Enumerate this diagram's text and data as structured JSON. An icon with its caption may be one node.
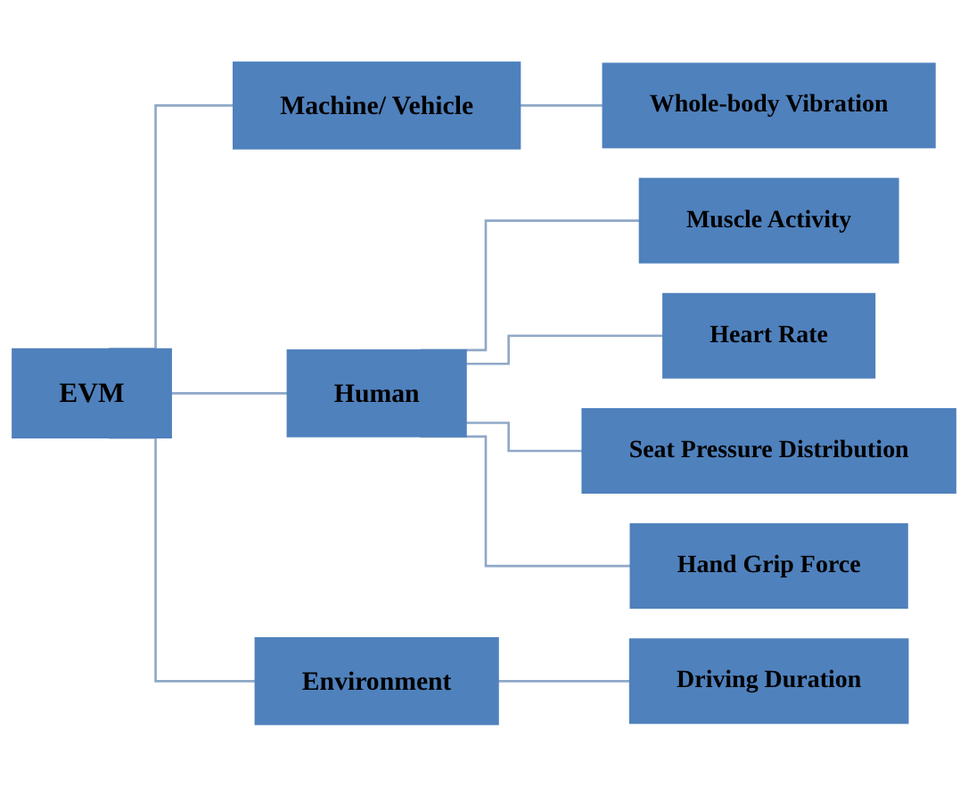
{
  "diagram": {
    "nodes": [
      {
        "text": [
          "EVM"
        ]
      },
      {
        "text": [
          "Machine/ Vehicle"
        ]
      },
      {
        "text": [
          "Whole-body Vibration"
        ]
      },
      {
        "text": [
          "Human"
        ]
      },
      {
        "text": [
          "Muscle Activity"
        ]
      },
      {
        "text": [
          "Heart Rate"
        ]
      },
      {
        "text": [
          "Seat Pressure Distribution"
        ]
      },
      {
        "text": [
          "Hand Grip Force"
        ]
      },
      {
        "text": [
          "Environment"
        ]
      },
      {
        "text": [
          "Driving Duration"
        ]
      }
    ],
    "edges": [
      {
        "from": 0,
        "to": 1,
        "arrow": "none"
      },
      {
        "from": 0,
        "to": 3,
        "arrow": "none"
      },
      {
        "from": 0,
        "to": 8,
        "arrow": "none"
      },
      {
        "from": 1,
        "to": 2,
        "arrow": "none"
      },
      {
        "from": 3,
        "to": 4,
        "arrow": "none"
      },
      {
        "from": 3,
        "to": 5,
        "arrow": "none"
      },
      {
        "from": 3,
        "to": 6,
        "arrow": "none"
      },
      {
        "from": 3,
        "to": 7,
        "arrow": "none"
      },
      {
        "from": 8,
        "to": 9,
        "arrow": "none"
      }
    ]
  }
}
